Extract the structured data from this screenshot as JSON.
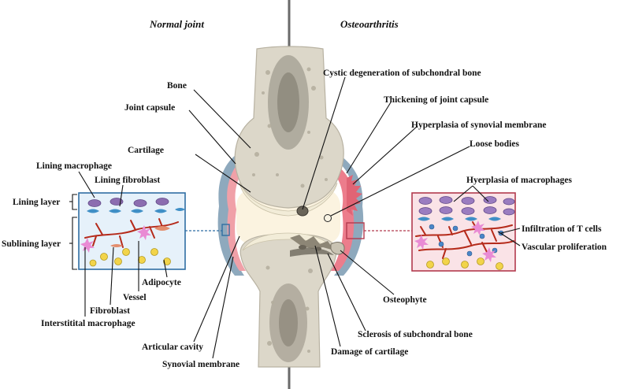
{
  "titles": {
    "left": "Normal joint",
    "right": "Osteoarthritis"
  },
  "labels": {
    "bone": "Bone",
    "joint_capsule": "Joint  capsule",
    "cartilage": "Cartilage",
    "lining_macrophage": "Lining macrophage",
    "lining_fibroblast": "Lining fibroblast",
    "lining_layer": "Lining layer",
    "sublining_layer": "Sublining layer",
    "adipocyte": "Adipocyte",
    "vessel": "Vessel",
    "fibroblast": "Fibroblast",
    "interstitial_macrophage": "Interstitital macrophage",
    "articular_cavity": "Articular cavity",
    "synovial_membrane": "Synovial membrane",
    "cystic_degeneration": "Cystic degeneration of subchondral bone",
    "thickening_capsule": "Thickening of joint capsule",
    "hyperplasia_synovial": "Hyperplasia of synovial membrane",
    "loose_bodies": "Loose bodies",
    "hyperplasia_macrophages": "Hyerplasia of macrophages",
    "infiltration_t_cells": "Infiltration of T cells",
    "vascular_proliferation": "Vascular proliferation",
    "osteophyte": "Osteophyte",
    "sclerosis": "Sclerosis of subchondral bone",
    "damage_cartilage": "Damage of cartilage"
  },
  "colors": {
    "divider": "#666666",
    "bone": "#dcd7c9",
    "bone_dark": "#9a9587",
    "cartilage": "#f2ecd8",
    "cavity": "#fbf3e0",
    "capsule": "#8ea9bd",
    "synovium": "#f0a0a8",
    "normal_panel_fill": "#e6f1fa",
    "normal_panel_border": "#2f6ea3",
    "oa_panel_fill": "#fae3e7",
    "oa_panel_border": "#b23a4e",
    "vessel": "#b52a1a"
  }
}
